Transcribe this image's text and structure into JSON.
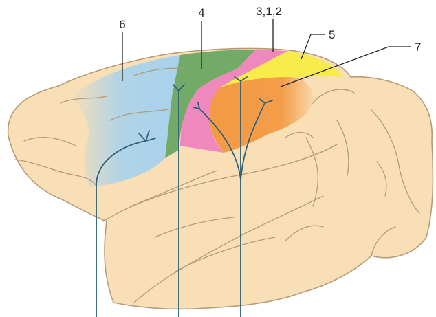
{
  "labels": {
    "area_6": "6",
    "area_4": "4",
    "area_3_1_2": "3,1,2",
    "area_5": "5",
    "area_7": "7"
  },
  "colors": {
    "brain": "#f8dfb6",
    "outline": "#b69a78",
    "area_6": "#a8d2ec",
    "area_4": "#72ab68",
    "area_3_1_2": "#ee88bd",
    "area_5": "#f7ec4a",
    "area_7": "#f39a44",
    "axon": "#2e5f76"
  }
}
